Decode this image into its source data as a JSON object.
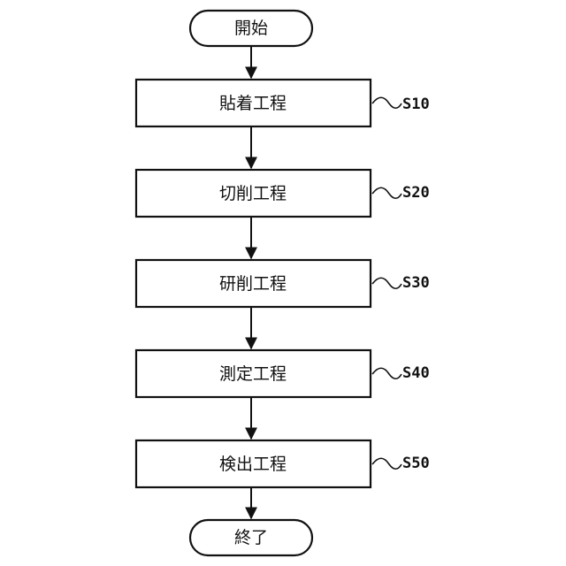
{
  "start": {
    "label": "開始"
  },
  "end": {
    "label": "終了"
  },
  "steps": [
    {
      "label": "貼着工程",
      "id": "S10"
    },
    {
      "label": "切削工程",
      "id": "S20"
    },
    {
      "label": "研削工程",
      "id": "S30"
    },
    {
      "label": "測定工程",
      "id": "S40"
    },
    {
      "label": "検出工程",
      "id": "S50"
    }
  ]
}
